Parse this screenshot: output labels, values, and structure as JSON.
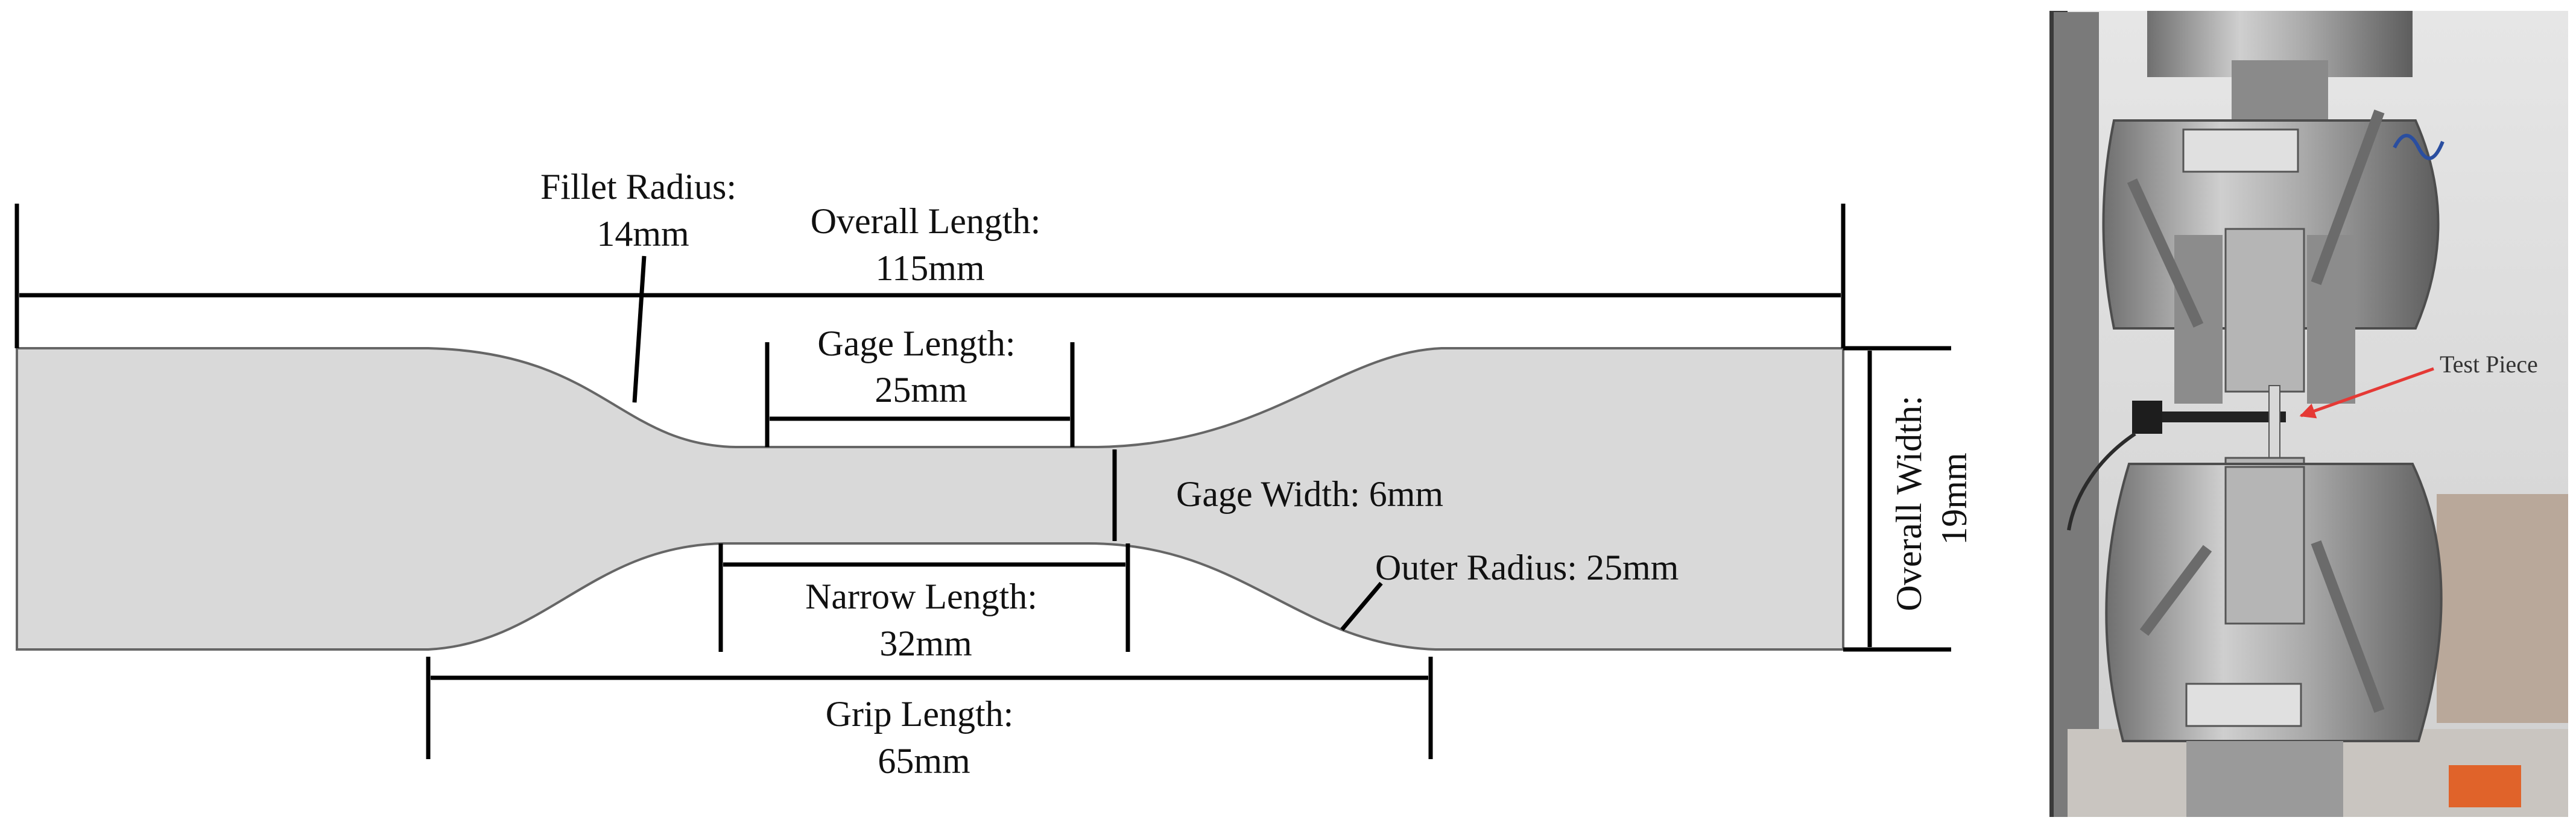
{
  "diagram": {
    "labels": {
      "fillet_radius": [
        "Fillet Radius:",
        "14mm"
      ],
      "overall_length": [
        "Overall Length:",
        "115mm"
      ],
      "gage_length": [
        "Gage Length:",
        "25mm"
      ],
      "gage_width": [
        "Gage Width: 6mm"
      ],
      "narrow_length": [
        "Narrow Length:",
        "32mm"
      ],
      "grip_length": [
        "Grip Length:",
        "65mm"
      ],
      "outer_radius": [
        "Outer Radius: 25mm"
      ],
      "overall_width": [
        "Overall Width:",
        "19mm"
      ]
    },
    "colors": {
      "specimen_fill": "#d9d9d9",
      "specimen_edge": "#666666",
      "dimension_line": "#000000",
      "callout_arrow": "#e53935"
    }
  },
  "photo": {
    "callout_label": "Test Piece"
  }
}
